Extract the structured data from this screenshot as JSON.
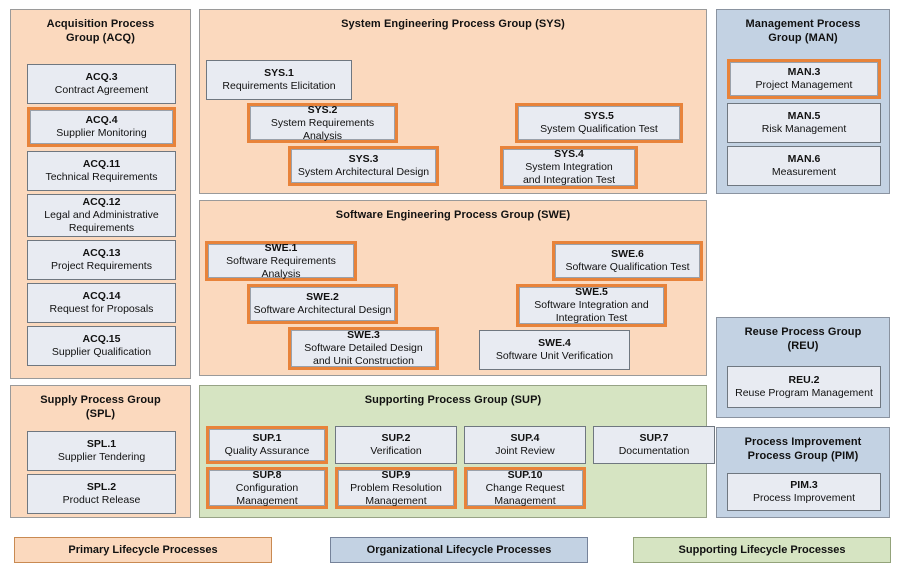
{
  "diagram": {
    "title": "Process Reference Model",
    "colors": {
      "primary_fill": "#fbd9be",
      "organizational_fill": "#c3d2e3",
      "supporting_fill": "#d6e4c2",
      "box_fill": "#e8ebf2",
      "highlight_border": "#e8833a",
      "box_border": "#6f7780"
    }
  },
  "groups": {
    "acq": {
      "title": "Acquisition Process\nGroup (ACQ)",
      "processes": [
        {
          "id": "ACQ.3",
          "name": "Contract Agreement",
          "highlighted": false
        },
        {
          "id": "ACQ.4",
          "name": "Supplier Monitoring",
          "highlighted": true
        },
        {
          "id": "ACQ.11",
          "name": "Technical Requirements",
          "highlighted": false
        },
        {
          "id": "ACQ.12",
          "name": "Legal and Administrative\nRequirements",
          "highlighted": false
        },
        {
          "id": "ACQ.13",
          "name": "Project Requirements",
          "highlighted": false
        },
        {
          "id": "ACQ.14",
          "name": "Request for Proposals",
          "highlighted": false
        },
        {
          "id": "ACQ.15",
          "name": "Supplier Qualification",
          "highlighted": false
        }
      ]
    },
    "spl": {
      "title": "Supply Process Group\n(SPL)",
      "processes": [
        {
          "id": "SPL.1",
          "name": "Supplier Tendering",
          "highlighted": false
        },
        {
          "id": "SPL.2",
          "name": "Product Release",
          "highlighted": false
        }
      ]
    },
    "sys": {
      "title": "System Engineering Process Group (SYS)",
      "processes": [
        {
          "id": "SYS.1",
          "name": "Requirements Elicitation",
          "highlighted": false
        },
        {
          "id": "SYS.2",
          "name": "System Requirements Analysis",
          "highlighted": true
        },
        {
          "id": "SYS.3",
          "name": "System Architectural Design",
          "highlighted": true
        },
        {
          "id": "SYS.5",
          "name": "System Qualification Test",
          "highlighted": true
        },
        {
          "id": "SYS.4",
          "name": "System Integration\nand Integration Test",
          "highlighted": true
        }
      ]
    },
    "swe": {
      "title": "Software Engineering Process Group (SWE)",
      "processes": [
        {
          "id": "SWE.1",
          "name": "Software Requirements Analysis",
          "highlighted": true
        },
        {
          "id": "SWE.2",
          "name": "Software Architectural Design",
          "highlighted": true
        },
        {
          "id": "SWE.3",
          "name": "Software Detailed Design\nand Unit Construction",
          "highlighted": true
        },
        {
          "id": "SWE.6",
          "name": "Software Qualification Test",
          "highlighted": true
        },
        {
          "id": "SWE.5",
          "name": "Software Integration and\nIntegration Test",
          "highlighted": true
        },
        {
          "id": "SWE.4",
          "name": "Software Unit Verification",
          "highlighted": false
        }
      ]
    },
    "sup": {
      "title": "Supporting Process Group (SUP)",
      "processes": [
        {
          "id": "SUP.1",
          "name": "Quality Assurance",
          "highlighted": true
        },
        {
          "id": "SUP.2",
          "name": "Verification",
          "highlighted": false
        },
        {
          "id": "SUP.4",
          "name": "Joint Review",
          "highlighted": false
        },
        {
          "id": "SUP.7",
          "name": "Documentation",
          "highlighted": false
        },
        {
          "id": "SUP.8",
          "name": "Configuration Management",
          "highlighted": true
        },
        {
          "id": "SUP.9",
          "name": "Problem Resolution\nManagement",
          "highlighted": true
        },
        {
          "id": "SUP.10",
          "name": "Change Request\nManagement",
          "highlighted": true
        }
      ]
    },
    "man": {
      "title": "Management Process\nGroup (MAN)",
      "processes": [
        {
          "id": "MAN.3",
          "name": "Project Management",
          "highlighted": true
        },
        {
          "id": "MAN.5",
          "name": "Risk Management",
          "highlighted": false
        },
        {
          "id": "MAN.6",
          "name": "Measurement",
          "highlighted": false
        }
      ]
    },
    "reu": {
      "title": "Reuse Process Group\n(REU)",
      "processes": [
        {
          "id": "REU.2",
          "name": "Reuse Program Management",
          "highlighted": false
        }
      ]
    },
    "pim": {
      "title": "Process Improvement\nProcess Group (PIM)",
      "processes": [
        {
          "id": "PIM.3",
          "name": "Process Improvement",
          "highlighted": false
        }
      ]
    }
  },
  "legend": [
    {
      "label": "Primary Lifecycle Processes",
      "kind": "orange"
    },
    {
      "label": "Organizational Lifecycle Processes",
      "kind": "blue"
    },
    {
      "label": "Supporting Lifecycle Processes",
      "kind": "green"
    }
  ]
}
